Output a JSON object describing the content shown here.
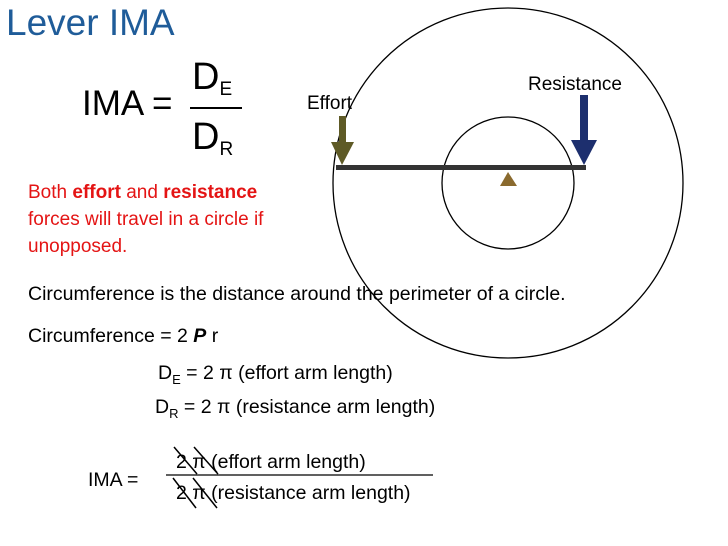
{
  "title": "Lever IMA",
  "formula": {
    "lhs": "IMA =",
    "num_main": "D",
    "num_sub": "E",
    "den_main": "D",
    "den_sub": "R"
  },
  "diagram": {
    "effort_label": "Effort",
    "resistance_label": "Resistance"
  },
  "note": {
    "line1_pre": "Both ",
    "effort_word": "effort",
    "and_word": " and ",
    "resistance_word": "resistance",
    "line2": "forces will travel in a circle if",
    "line3": "unopposed."
  },
  "circumference_def": "Circumference is the distance around the perimeter of a circle.",
  "circumference_formula": {
    "pre": "Circumference = 2 ",
    "pi": "P",
    "post": " r"
  },
  "de_formula": {
    "main": "D",
    "sub": "E",
    "rest": " = 2 π (effort arm length)"
  },
  "dr_formula": {
    "main": "D",
    "sub": "R",
    "rest": " = 2 π (resistance arm length)"
  },
  "ima_final": {
    "lhs": "IMA =",
    "numerator": "2 π (effort arm length)",
    "denominator": "2 π (resistance arm length)"
  },
  "colors": {
    "title": "#1f5c99",
    "note_text": "#e41414",
    "effort_arrow": "#5e5a26",
    "resistance_arrow": "#1d2f6e",
    "fulcrum": "#8a6a2e",
    "lever_bar": "#333333"
  }
}
